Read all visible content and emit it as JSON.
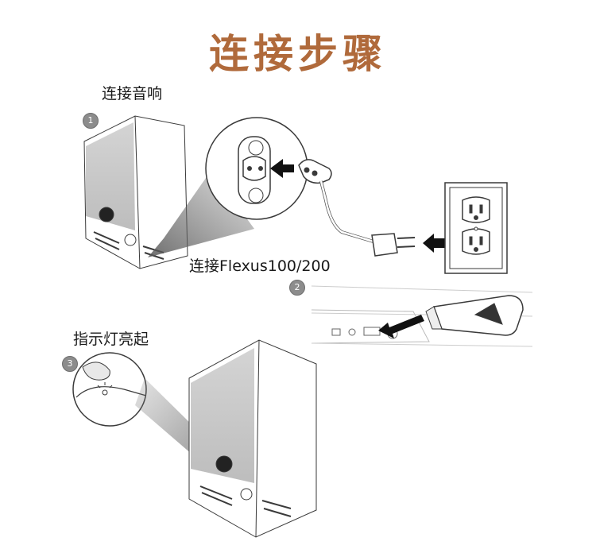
{
  "title": "连接步骤",
  "colors": {
    "title": "#b06a3b",
    "line": "#3a3a3a",
    "beam": "#5a5a5a",
    "panel": "#c9c9c9"
  },
  "steps": [
    {
      "number": "1",
      "label": "连接音响"
    },
    {
      "number": "2",
      "label": "连接Flexus100/200"
    },
    {
      "number": "3",
      "label": "指示灯亮起"
    }
  ]
}
